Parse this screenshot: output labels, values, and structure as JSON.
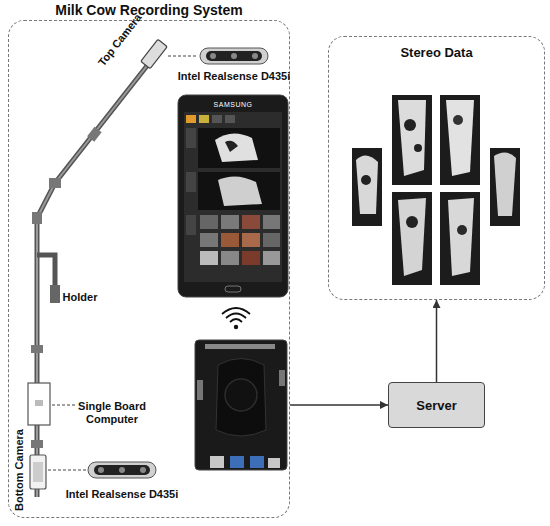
{
  "diagram": {
    "nodes": [
      {
        "text": [
          "Milk Cow Recording System"
        ]
      },
      {
        "text": [
          "Stereo Data"
        ]
      },
      {
        "text": [
          "Server"
        ]
      }
    ],
    "edges": [
      {
        "from": 0,
        "to": 2,
        "arrow": "to"
      },
      {
        "from": 2,
        "to": 1,
        "arrow": "to"
      }
    ],
    "labels": [
      "Top Camera",
      "Intel Realsense D435i",
      "Holder",
      "Single Board Computer",
      "Bottom Camera",
      "Intel Realsense D435i",
      "SAMSUNG"
    ]
  }
}
